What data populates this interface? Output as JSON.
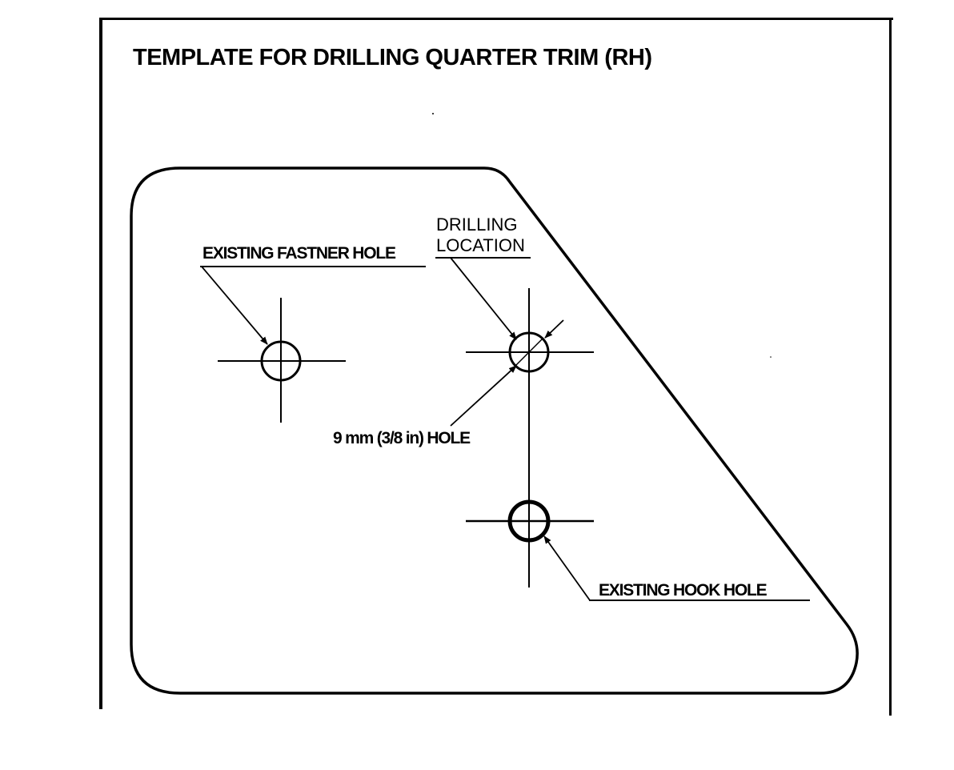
{
  "title": "TEMPLATE FOR DRILLING QUARTER TRIM (RH)",
  "labels": {
    "fastener_hole": "EXISTING FASTNER HOLE",
    "drilling_location_line1": "DRILLING",
    "drilling_location_line2": "LOCATION",
    "hole_size": "9 mm (3/8 in) HOLE",
    "hook_hole": "EXISTING HOOK HOLE"
  },
  "colors": {
    "ink": "#000000",
    "paper": "#ffffff"
  }
}
